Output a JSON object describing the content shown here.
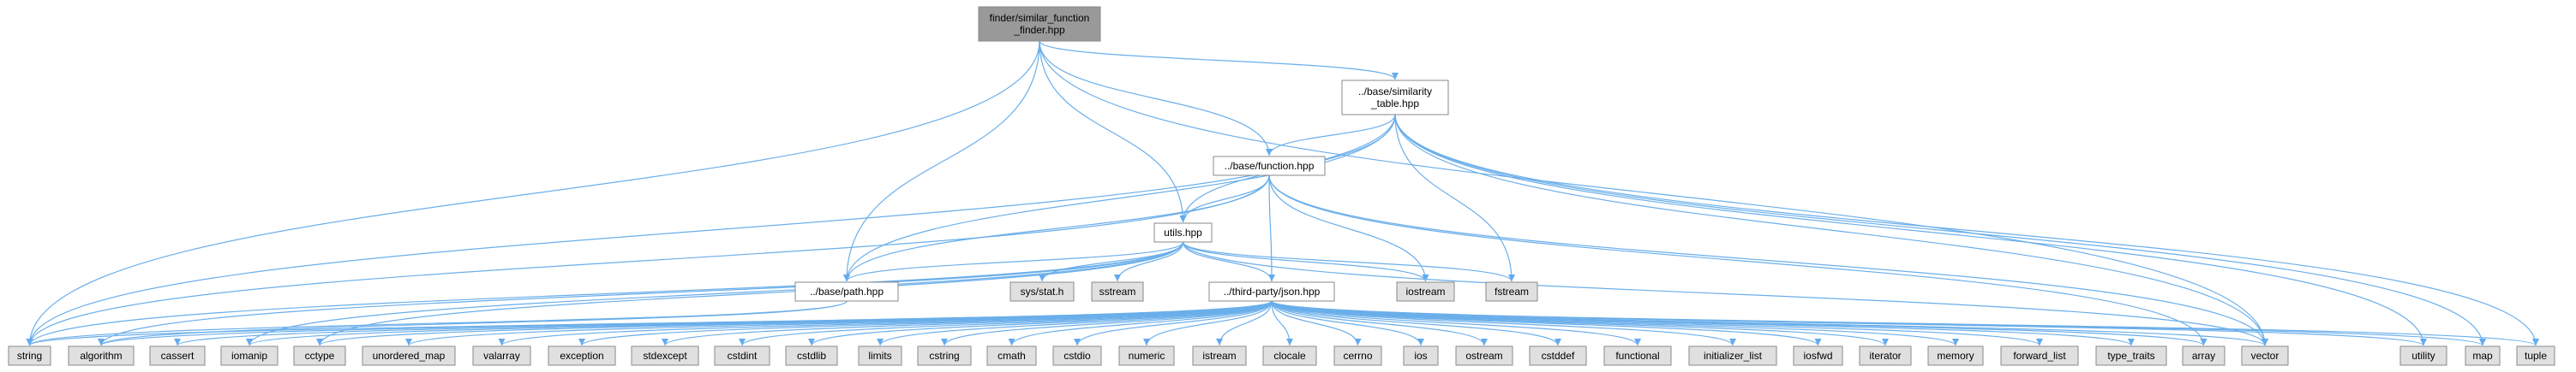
{
  "colors": {
    "root_fill": "#999999",
    "header_fill": "#ffffff",
    "sys_fill": "#e0e0e0",
    "edge": "#63aaee",
    "border": "#666666"
  },
  "nodes": [
    {
      "id": "root",
      "lines": [
        "finder/similar_function",
        "_finder.hpp"
      ],
      "kind": "root"
    },
    {
      "id": "simtab",
      "lines": [
        "../base/similarity",
        "_table.hpp"
      ],
      "kind": "header"
    },
    {
      "id": "function",
      "lines": [
        "../base/function.hpp"
      ],
      "kind": "header"
    },
    {
      "id": "utils",
      "lines": [
        "utils.hpp"
      ],
      "kind": "header"
    },
    {
      "id": "path",
      "lines": [
        "../base/path.hpp"
      ],
      "kind": "header"
    },
    {
      "id": "json",
      "lines": [
        "../third-party/json.hpp"
      ],
      "kind": "header"
    },
    {
      "id": "sysstat",
      "lines": [
        "sys/stat.h"
      ],
      "kind": "sys"
    },
    {
      "id": "sstream",
      "lines": [
        "sstream"
      ],
      "kind": "sys"
    },
    {
      "id": "iostream",
      "lines": [
        "iostream"
      ],
      "kind": "sys"
    },
    {
      "id": "fstream",
      "lines": [
        "fstream"
      ],
      "kind": "sys"
    },
    {
      "id": "string",
      "lines": [
        "string"
      ],
      "kind": "sys"
    },
    {
      "id": "algorithm",
      "lines": [
        "algorithm"
      ],
      "kind": "sys"
    },
    {
      "id": "cassert",
      "lines": [
        "cassert"
      ],
      "kind": "sys"
    },
    {
      "id": "iomanip",
      "lines": [
        "iomanip"
      ],
      "kind": "sys"
    },
    {
      "id": "cctype",
      "lines": [
        "cctype"
      ],
      "kind": "sys"
    },
    {
      "id": "unordered_map",
      "lines": [
        "unordered_map"
      ],
      "kind": "sys"
    },
    {
      "id": "valarray",
      "lines": [
        "valarray"
      ],
      "kind": "sys"
    },
    {
      "id": "exception",
      "lines": [
        "exception"
      ],
      "kind": "sys"
    },
    {
      "id": "stdexcept",
      "lines": [
        "stdexcept"
      ],
      "kind": "sys"
    },
    {
      "id": "cstdint",
      "lines": [
        "cstdint"
      ],
      "kind": "sys"
    },
    {
      "id": "cstdlib",
      "lines": [
        "cstdlib"
      ],
      "kind": "sys"
    },
    {
      "id": "limits",
      "lines": [
        "limits"
      ],
      "kind": "sys"
    },
    {
      "id": "cstring",
      "lines": [
        "cstring"
      ],
      "kind": "sys"
    },
    {
      "id": "cmath",
      "lines": [
        "cmath"
      ],
      "kind": "sys"
    },
    {
      "id": "cstdio",
      "lines": [
        "cstdio"
      ],
      "kind": "sys"
    },
    {
      "id": "numeric",
      "lines": [
        "numeric"
      ],
      "kind": "sys"
    },
    {
      "id": "istream",
      "lines": [
        "istream"
      ],
      "kind": "sys"
    },
    {
      "id": "clocale",
      "lines": [
        "clocale"
      ],
      "kind": "sys"
    },
    {
      "id": "cerrno",
      "lines": [
        "cerrno"
      ],
      "kind": "sys"
    },
    {
      "id": "ios",
      "lines": [
        "ios"
      ],
      "kind": "sys"
    },
    {
      "id": "ostream",
      "lines": [
        "ostream"
      ],
      "kind": "sys"
    },
    {
      "id": "cstddef",
      "lines": [
        "cstddef"
      ],
      "kind": "sys"
    },
    {
      "id": "functional",
      "lines": [
        "functional"
      ],
      "kind": "sys"
    },
    {
      "id": "initializer_list",
      "lines": [
        "initializer_list"
      ],
      "kind": "sys"
    },
    {
      "id": "iosfwd",
      "lines": [
        "iosfwd"
      ],
      "kind": "sys"
    },
    {
      "id": "iterator",
      "lines": [
        "iterator"
      ],
      "kind": "sys"
    },
    {
      "id": "memory",
      "lines": [
        "memory"
      ],
      "kind": "sys"
    },
    {
      "id": "forward_list",
      "lines": [
        "forward_list"
      ],
      "kind": "sys"
    },
    {
      "id": "type_traits",
      "lines": [
        "type_traits"
      ],
      "kind": "sys"
    },
    {
      "id": "array",
      "lines": [
        "array"
      ],
      "kind": "sys"
    },
    {
      "id": "vector",
      "lines": [
        "vector"
      ],
      "kind": "sys"
    },
    {
      "id": "utility",
      "lines": [
        "utility"
      ],
      "kind": "sys"
    },
    {
      "id": "map",
      "lines": [
        "map"
      ],
      "kind": "sys"
    },
    {
      "id": "tuple",
      "lines": [
        "tuple"
      ],
      "kind": "sys"
    }
  ],
  "edges": [
    [
      "root",
      "simtab"
    ],
    [
      "root",
      "function"
    ],
    [
      "root",
      "utils"
    ],
    [
      "root",
      "path"
    ],
    [
      "root",
      "string"
    ],
    [
      "root",
      "vector"
    ],
    [
      "simtab",
      "function"
    ],
    [
      "simtab",
      "utils"
    ],
    [
      "simtab",
      "path"
    ],
    [
      "simtab",
      "fstream"
    ],
    [
      "simtab",
      "string"
    ],
    [
      "simtab",
      "vector"
    ],
    [
      "simtab",
      "utility"
    ],
    [
      "simtab",
      "map"
    ],
    [
      "simtab",
      "tuple"
    ],
    [
      "function",
      "utils"
    ],
    [
      "function",
      "path"
    ],
    [
      "function",
      "json"
    ],
    [
      "function",
      "iostream"
    ],
    [
      "function",
      "string"
    ],
    [
      "function",
      "vector"
    ],
    [
      "function",
      "array"
    ],
    [
      "utils",
      "path"
    ],
    [
      "utils",
      "json"
    ],
    [
      "utils",
      "sysstat"
    ],
    [
      "utils",
      "sstream"
    ],
    [
      "utils",
      "iostream"
    ],
    [
      "utils",
      "fstream"
    ],
    [
      "utils",
      "string"
    ],
    [
      "utils",
      "algorithm"
    ],
    [
      "utils",
      "iomanip"
    ],
    [
      "utils",
      "cctype"
    ],
    [
      "utils",
      "vector"
    ],
    [
      "path",
      "string"
    ],
    [
      "path",
      "algorithm"
    ],
    [
      "json",
      "string"
    ],
    [
      "json",
      "algorithm"
    ],
    [
      "json",
      "cassert"
    ],
    [
      "json",
      "iomanip"
    ],
    [
      "json",
      "cctype"
    ],
    [
      "json",
      "unordered_map"
    ],
    [
      "json",
      "valarray"
    ],
    [
      "json",
      "exception"
    ],
    [
      "json",
      "stdexcept"
    ],
    [
      "json",
      "cstdint"
    ],
    [
      "json",
      "cstdlib"
    ],
    [
      "json",
      "limits"
    ],
    [
      "json",
      "cstring"
    ],
    [
      "json",
      "cmath"
    ],
    [
      "json",
      "cstdio"
    ],
    [
      "json",
      "numeric"
    ],
    [
      "json",
      "istream"
    ],
    [
      "json",
      "clocale"
    ],
    [
      "json",
      "cerrno"
    ],
    [
      "json",
      "ios"
    ],
    [
      "json",
      "ostream"
    ],
    [
      "json",
      "cstddef"
    ],
    [
      "json",
      "functional"
    ],
    [
      "json",
      "initializer_list"
    ],
    [
      "json",
      "iosfwd"
    ],
    [
      "json",
      "iterator"
    ],
    [
      "json",
      "memory"
    ],
    [
      "json",
      "forward_list"
    ],
    [
      "json",
      "type_traits"
    ],
    [
      "json",
      "array"
    ],
    [
      "json",
      "vector"
    ],
    [
      "json",
      "utility"
    ],
    [
      "json",
      "map"
    ],
    [
      "json",
      "tuple"
    ]
  ]
}
